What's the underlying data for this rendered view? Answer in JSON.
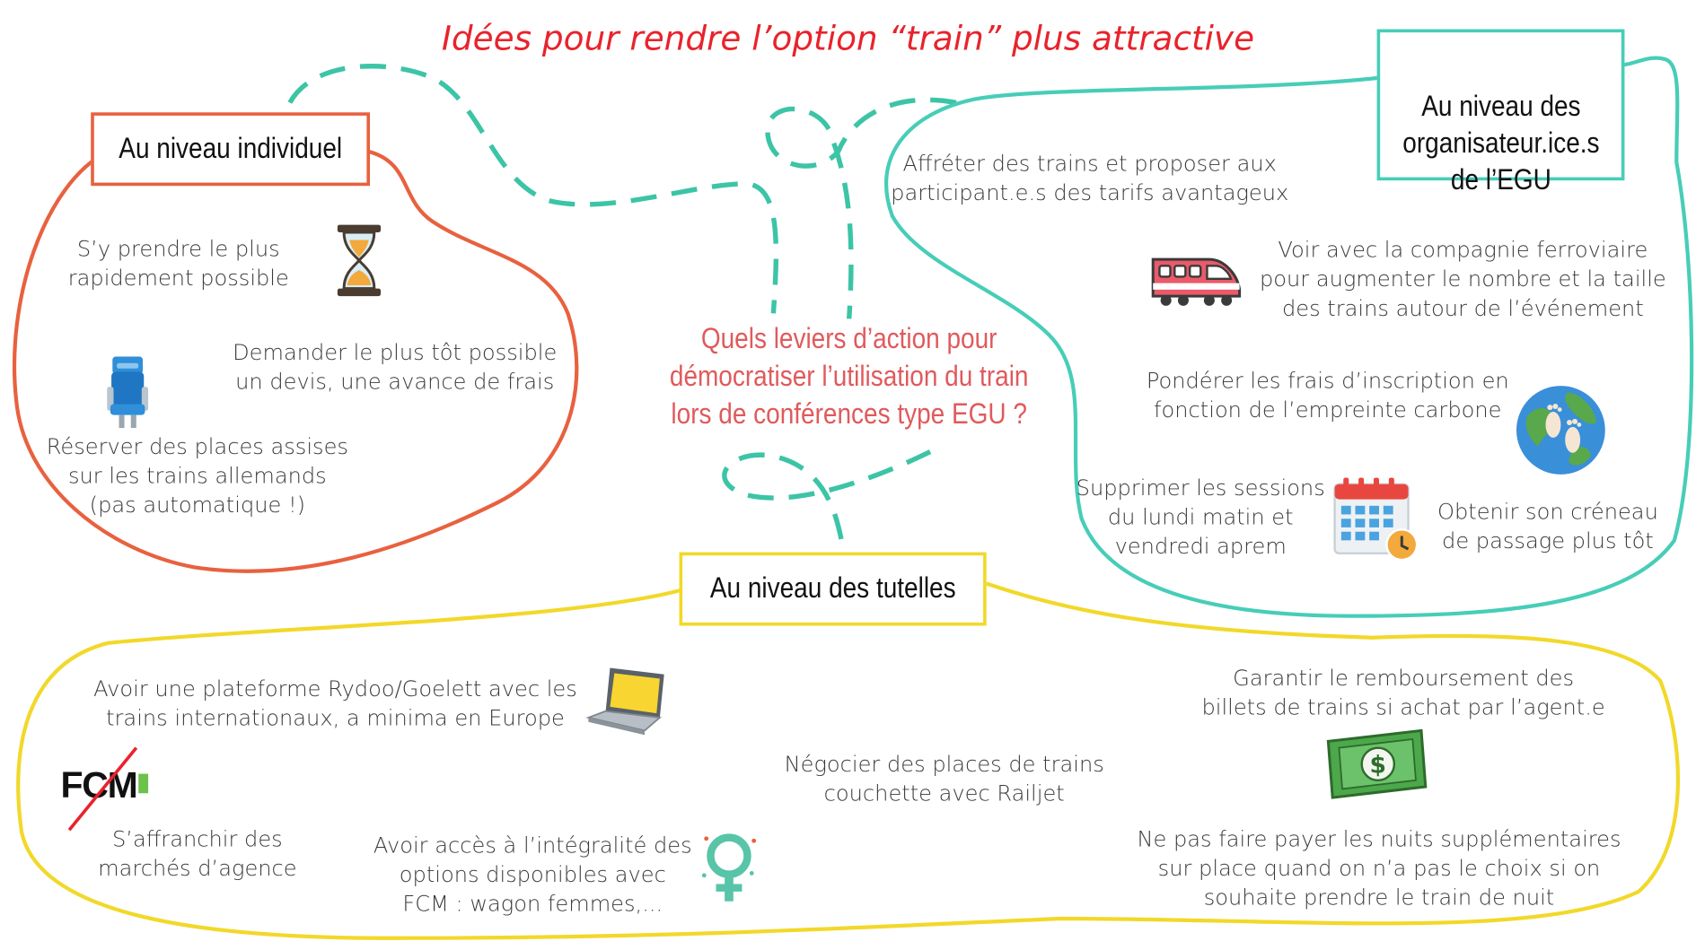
{
  "title": "Idées pour rendre l’option “train” plus attractive",
  "central_question": [
    "Quels leviers d’action pour",
    "démocratiser l’utilisation du train",
    "lors de conférences type EGU ?"
  ],
  "colors": {
    "title": "#e8232c",
    "individual": "#e8613f",
    "organizers": "#47cdb8",
    "tutelles": "#f2d829",
    "path": "#3cc4a6"
  },
  "groups": {
    "individual": {
      "label": "Au niveau individuel",
      "items": [
        "S’y prendre le plus\nrapidement possible",
        "Demander le plus tôt possible\nun devis, une avance de frais",
        "Réserver des places assises\nsur les trains allemands\n(pas automatique !)"
      ]
    },
    "organizers": {
      "label": "Au niveau des\norganisateur.ice.s\nde l’EGU",
      "items": [
        "Affréter des trains et proposer aux\nparticipant.e.s des tarifs avantageux",
        "Voir avec la compagnie ferroviaire\npour augmenter le nombre et la taille\ndes trains autour de l’événement",
        "Pondérer les frais d’inscription en\nfonction de l’empreinte carbone",
        "Supprimer les sessions\ndu lundi matin et\nvendredi aprem",
        "Obtenir son créneau\nde passage plus tôt"
      ]
    },
    "tutelles": {
      "label": "Au niveau des tutelles",
      "items": [
        "Avoir une plateforme Rydoo/Goelett avec les\ntrains internationaux, a minima en Europe",
        "S’affranchir des\nmarchés d’agence",
        "Avoir accès à l’intégralité des\noptions disponibles avec\nFCM : wagon femmes,...",
        "Négocier des places de trains\ncouchette avec Railjet",
        "Garantir le remboursement des\nbillets de trains si achat par l’agent.e",
        "Ne pas faire payer les nuits supplémentaires\nsur place quand on n’a pas le choix si on\nsouhaite prendre le train de nuit"
      ]
    }
  },
  "logo_text": "FCM",
  "icons": [
    "hourglass-icon",
    "train-seat-icon",
    "train-icon",
    "globe-footprints-icon",
    "calendar-clock-icon",
    "laptop-icon",
    "fcm-logo-crossed",
    "female-symbol-icon",
    "banknote-dollar-icon"
  ]
}
